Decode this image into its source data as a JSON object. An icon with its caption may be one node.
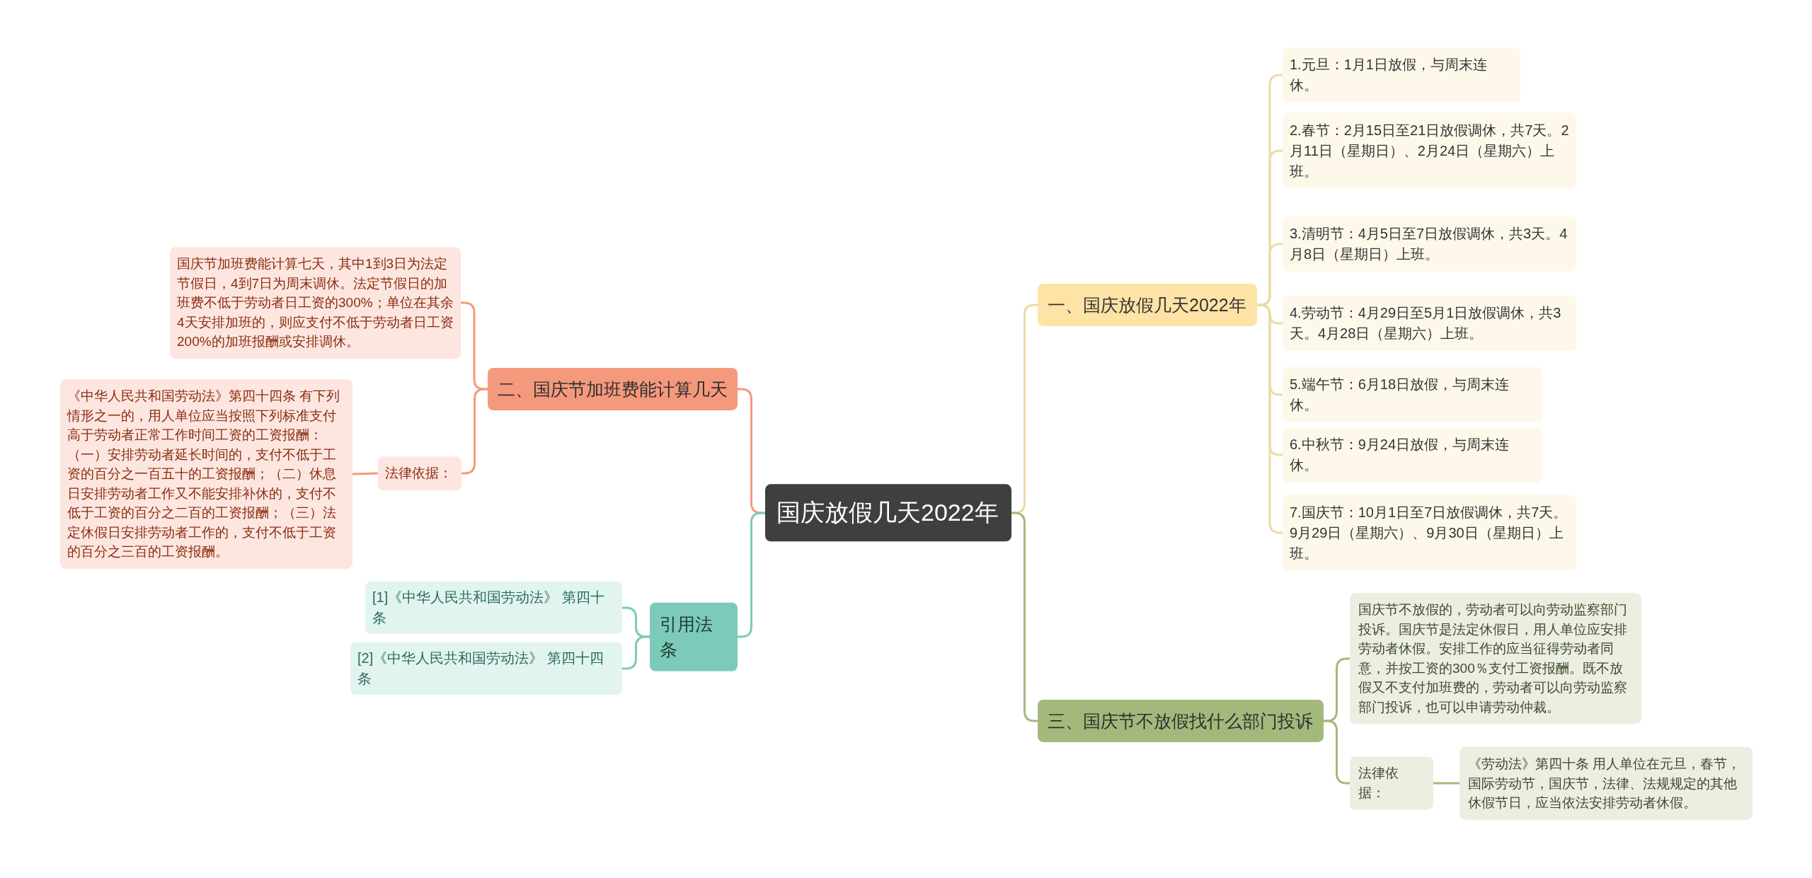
{
  "diagram": {
    "nodes": [
      {
        "text": [
          "国庆放假几天2022年"
        ]
      },
      {
        "text": [
          "一、国庆放假几天2022年"
        ]
      },
      {
        "text": [
          "1.元旦：1月1日放假，与周末连休。"
        ]
      },
      {
        "text": [
          "2.春节：2月15日至21日放假调休，共7天。2月11日（星期日）、2月24日（星期六）上班。"
        ]
      },
      {
        "text": [
          "3.清明节：4月5日至7日放假调休，共3天。4月8日（星期日）上班。"
        ]
      },
      {
        "text": [
          "4.劳动节：4月29日至5月1日放假调休，共3天。4月28日（星期六）上班。"
        ]
      },
      {
        "text": [
          "5.端午节：6月18日放假，与周末连休。"
        ]
      },
      {
        "text": [
          "6.中秋节：9月24日放假，与周末连休。"
        ]
      },
      {
        "text": [
          "7.国庆节：10月1日至7日放假调休，共7天。9月29日（星期六）、9月30日（星期日）上班。"
        ]
      },
      {
        "text": [
          "三、国庆节不放假找什么部门投诉"
        ]
      },
      {
        "text": [
          "国庆节不放假的，劳动者可以向劳动监察部门投诉。国庆节是法定休假日，用人单位应安排劳动者休假。安排工作的应当征得劳动者同意，并按工资的300％支付工资报酬。既不放假又不支付加班费的，劳动者可以向劳动监察部门投诉，也可以申请劳动仲裁。"
        ]
      },
      {
        "text": [
          "法律依据："
        ]
      },
      {
        "text": [
          "《劳动法》第四十条 用人单位在元旦，春节，国际劳动节，国庆节，法律、法规规定的其他休假节日，应当依法安排劳动者休假。"
        ]
      },
      {
        "text": [
          "二、国庆节加班费能计算几天"
        ]
      },
      {
        "text": [
          "国庆节加班费能计算七天，其中1到3日为法定节假日，4到7日为周末调休。法定节假日的加班费不低于劳动者日工资的300%；单位在其余4天安排加班的，则应支付不低于劳动者日工资200%的加班报酬或安排调休。"
        ]
      },
      {
        "text": [
          "法律依据："
        ]
      },
      {
        "text": [
          "《中华人民共和国劳动法》第四十四条 有下列情形之一的，用人单位应当按照下列标准支付高于劳动者正常工作时间工资的工资报酬：（一）安排劳动者延长时间的，支付不低于工资的百分之一百五十的工资报酬；（二）休息日安排劳动者工作又不能安排补休的，支付不低于工资的百分之二百的工资报酬；（三）法定休假日安排劳动者工作的，支付不低于工资的百分之三百的工资报酬。"
        ]
      },
      {
        "text": [
          "引用法条"
        ]
      },
      {
        "text": [
          "[1]《中华人民共和国劳动法》 第四十条"
        ]
      },
      {
        "text": [
          "[2]《中华人民共和国劳动法》 第四十四条"
        ]
      }
    ],
    "edges": [
      {
        "from": 0,
        "to": 1,
        "arrow": "none"
      },
      {
        "from": 1,
        "to": 2,
        "arrow": "none"
      },
      {
        "from": 1,
        "to": 3,
        "arrow": "none"
      },
      {
        "from": 1,
        "to": 4,
        "arrow": "none"
      },
      {
        "from": 1,
        "to": 5,
        "arrow": "none"
      },
      {
        "from": 1,
        "to": 6,
        "arrow": "none"
      },
      {
        "from": 1,
        "to": 7,
        "arrow": "none"
      },
      {
        "from": 1,
        "to": 8,
        "arrow": "none"
      },
      {
        "from": 0,
        "to": 9,
        "arrow": "none",
        "color": "#a5b87c"
      },
      {
        "from": 9,
        "to": 10,
        "arrow": "none",
        "color": "#a5b87c"
      },
      {
        "from": 9,
        "to": 11,
        "arrow": "none",
        "color": "#a5b87c"
      },
      {
        "from": 11,
        "to": 12,
        "arrow": "none",
        "color": "#a5b87c"
      },
      {
        "from": 0,
        "to": 13,
        "arrow": "none",
        "color": "#f5997c"
      },
      {
        "from": 13,
        "to": 14,
        "arrow": "none",
        "color": "#f5997c"
      },
      {
        "from": 13,
        "to": 15,
        "arrow": "none",
        "color": "#f5997c"
      },
      {
        "from": 15,
        "to": 16,
        "arrow": "none",
        "color": "#f5997c"
      },
      {
        "from": 0,
        "to": 17,
        "arrow": "none",
        "color": "#7ccab8"
      },
      {
        "from": 17,
        "to": 18,
        "arrow": "none",
        "color": "#7ccab8"
      },
      {
        "from": 17,
        "to": 19,
        "arrow": "none",
        "color": "#7ccab8"
      }
    ]
  }
}
